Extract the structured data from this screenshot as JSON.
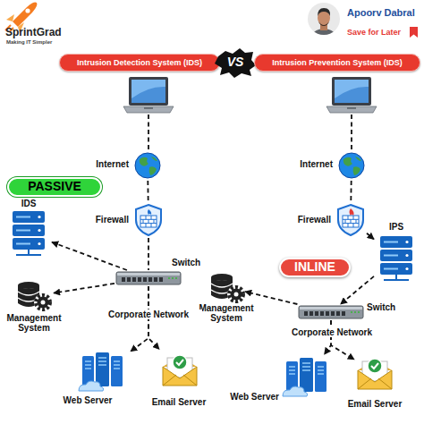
{
  "diagram": {
    "nodes": [
      {
        "text": [
          "Intrusion Detection System (IDS)"
        ]
      },
      {
        "text": [
          "VS"
        ]
      },
      {
        "text": [
          "Intrusion Prevention System (IDS)"
        ]
      },
      {
        "text": [
          "Internet"
        ]
      },
      {
        "text": [
          "Firewall"
        ]
      },
      {
        "text": [
          "PASSIVE"
        ]
      },
      {
        "text": [
          "IDS"
        ]
      },
      {
        "text": [
          "Switch"
        ]
      },
      {
        "text": [
          "Management System"
        ]
      },
      {
        "text": [
          "Web Server"
        ]
      },
      {
        "text": [
          "Email Server"
        ]
      },
      {
        "text": [
          "Internet"
        ]
      },
      {
        "text": [
          "Firewall"
        ]
      },
      {
        "text": [
          "IPS"
        ]
      },
      {
        "text": [
          "INLINE"
        ]
      },
      {
        "text": [
          "Management System"
        ]
      },
      {
        "text": [
          "Switch"
        ]
      },
      {
        "text": [
          "Web Server"
        ]
      },
      {
        "text": [
          "Email Server"
        ]
      }
    ],
    "edges": [
      {
        "from": 3,
        "to": 4,
        "arrow": "none"
      },
      {
        "from": 4,
        "to": 7,
        "arrow": "none"
      },
      {
        "from": 7,
        "to": 6,
        "arrow": "to"
      },
      {
        "from": 7,
        "to": 8,
        "arrow": "to"
      },
      {
        "from": 7,
        "to": 9,
        "label": "Corporate Network",
        "arrow": "to"
      },
      {
        "from": 7,
        "to": 10,
        "arrow": "to"
      },
      {
        "from": 11,
        "to": 12,
        "arrow": "none"
      },
      {
        "from": 12,
        "to": 13,
        "arrow": "to"
      },
      {
        "from": 13,
        "to": 16,
        "arrow": "to"
      },
      {
        "from": 16,
        "to": 15,
        "arrow": "to"
      },
      {
        "from": 16,
        "to": 17,
        "label": "Corporate Network",
        "arrow": "to"
      },
      {
        "from": 16,
        "to": 18,
        "arrow": "to"
      }
    ],
    "labels": [
      "SprintGrad",
      "Making IT Simpler",
      "Apoorv Dabral",
      "Save for Later"
    ]
  }
}
